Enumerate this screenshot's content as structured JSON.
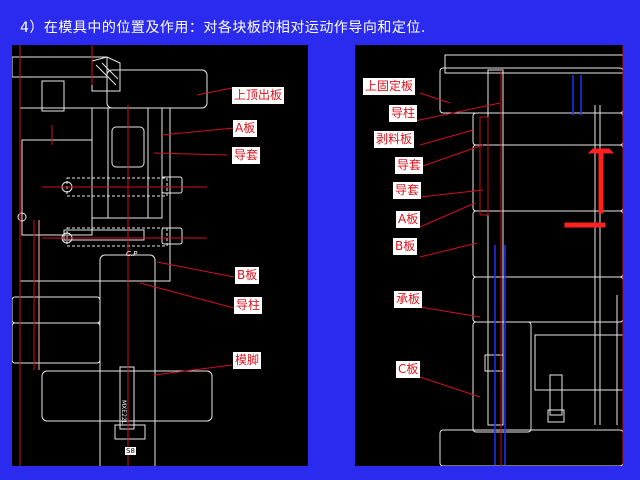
{
  "slide_title": "4）在模具中的位置及作用：对各块板的相对运动作导向和定位.",
  "left_diagram": {
    "labels": [
      "上顶出板",
      "A板",
      "导套",
      "B板",
      "导柱",
      "模脚"
    ],
    "drawing_text": [
      "C.P",
      "MXE22L",
      "S8"
    ]
  },
  "right_diagram": {
    "labels": [
      "上固定板",
      "导柱",
      "剥料板",
      "导套",
      "导套",
      "A板",
      "B板",
      "承板",
      "C板"
    ]
  },
  "colors": {
    "background": "#2b2bef",
    "panel": "#000000",
    "label_text": "#e0141e",
    "leader": "#d01020",
    "line": "#e8e8e8",
    "blue_part": "#2030ff"
  }
}
